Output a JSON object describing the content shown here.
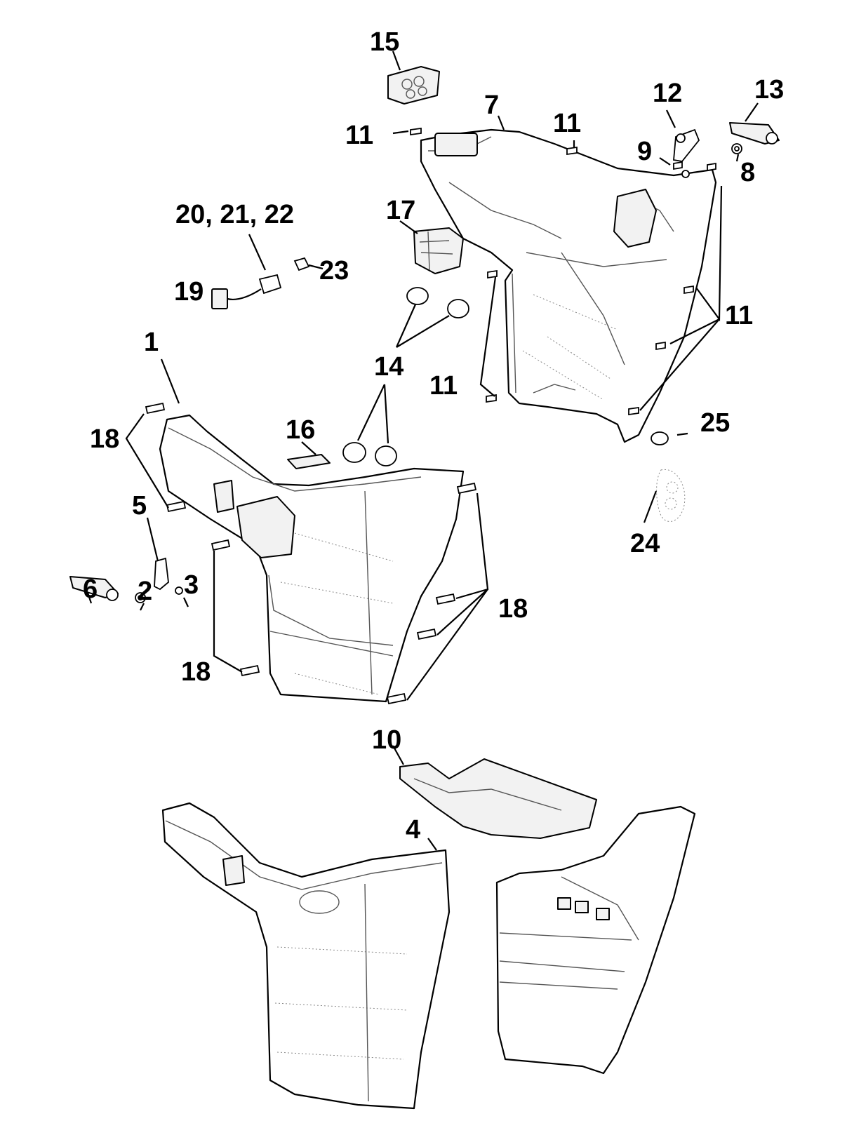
{
  "callouts": [
    {
      "id": "c1",
      "text": "1"
    },
    {
      "id": "c2",
      "text": "2"
    },
    {
      "id": "c3",
      "text": "3"
    },
    {
      "id": "c4",
      "text": "4"
    },
    {
      "id": "c5",
      "text": "5"
    },
    {
      "id": "c6",
      "text": "6"
    },
    {
      "id": "c7",
      "text": "7"
    },
    {
      "id": "c8",
      "text": "8"
    },
    {
      "id": "c9",
      "text": "9"
    },
    {
      "id": "c10",
      "text": "10"
    },
    {
      "id": "c11a",
      "text": "11"
    },
    {
      "id": "c11b",
      "text": "11"
    },
    {
      "id": "c11c",
      "text": "11"
    },
    {
      "id": "c11d",
      "text": "11"
    },
    {
      "id": "c12",
      "text": "12"
    },
    {
      "id": "c13",
      "text": "13"
    },
    {
      "id": "c14",
      "text": "14"
    },
    {
      "id": "c15",
      "text": "15"
    },
    {
      "id": "c16",
      "text": "16"
    },
    {
      "id": "c17",
      "text": "17"
    },
    {
      "id": "c18a",
      "text": "18"
    },
    {
      "id": "c18b",
      "text": "18"
    },
    {
      "id": "c18c",
      "text": "18"
    },
    {
      "id": "c19",
      "text": "19"
    },
    {
      "id": "c20",
      "text": "20, 21, 22"
    },
    {
      "id": "c23",
      "text": "23"
    },
    {
      "id": "c24",
      "text": "24"
    },
    {
      "id": "c25",
      "text": "25"
    }
  ]
}
